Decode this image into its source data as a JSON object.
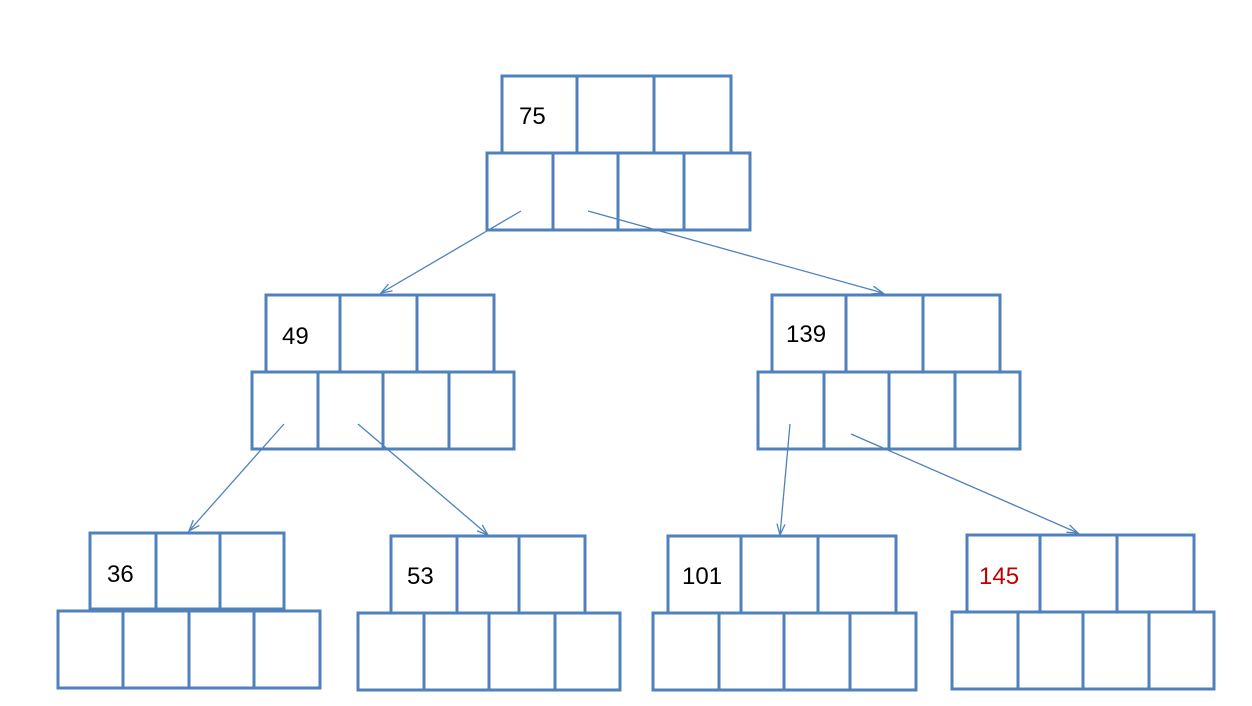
{
  "colors": {
    "box": "#4f81bd",
    "text": "#000000",
    "highlight": "#c00000"
  },
  "nodes": {
    "root": {
      "key": "75",
      "key_color": "#000000"
    },
    "l1_left": {
      "key": "49",
      "key_color": "#000000"
    },
    "l1_right": {
      "key": "139",
      "key_color": "#000000"
    },
    "leaf_1": {
      "key": "36",
      "key_color": "#000000"
    },
    "leaf_2": {
      "key": "53",
      "key_color": "#000000"
    },
    "leaf_3": {
      "key": "101",
      "key_color": "#000000"
    },
    "leaf_4": {
      "key": "145",
      "key_color": "#c00000"
    }
  },
  "edges": [
    {
      "from": "root",
      "pointer": 1,
      "to": "l1_left"
    },
    {
      "from": "root",
      "pointer": 2,
      "to": "l1_right"
    },
    {
      "from": "l1_left",
      "pointer": 1,
      "to": "leaf_1"
    },
    {
      "from": "l1_left",
      "pointer": 2,
      "to": "leaf_2"
    },
    {
      "from": "l1_right",
      "pointer": 1,
      "to": "leaf_3"
    },
    {
      "from": "l1_right",
      "pointer": 2,
      "to": "leaf_4"
    }
  ]
}
